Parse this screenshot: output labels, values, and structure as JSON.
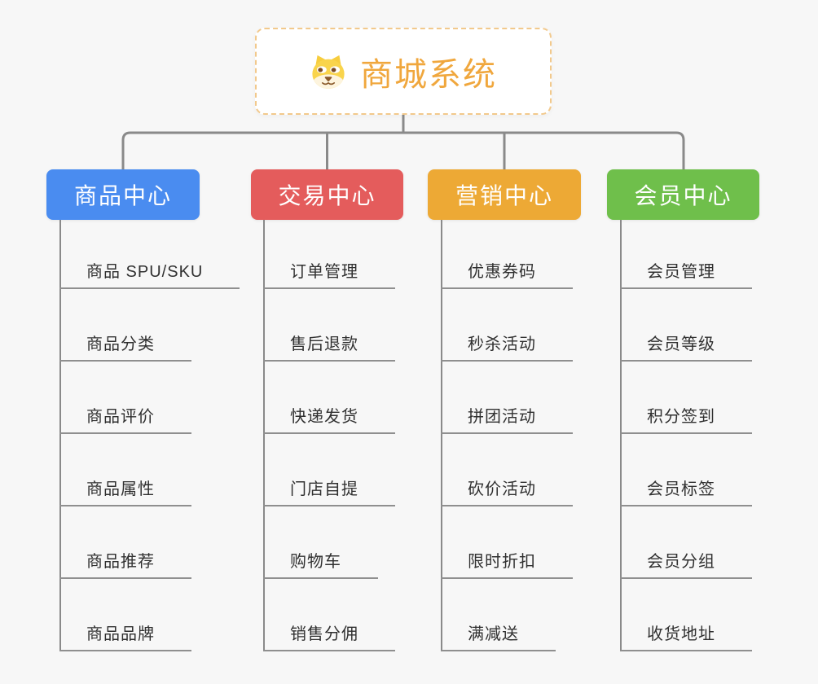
{
  "canvas": {
    "background_color": "#F7F7F7",
    "connector_color": "#8A8A8A"
  },
  "root": {
    "title": "商城系统",
    "icon": "dog-face-icon",
    "text_color": "#F0A73D",
    "border_color": "#F2C98C"
  },
  "branches": [
    {
      "id": "product-center",
      "label": "商品中心",
      "color": "#4A8CF0",
      "children": [
        "商品 SPU/SKU",
        "商品分类",
        "商品评价",
        "商品属性",
        "商品推荐",
        "商品品牌"
      ]
    },
    {
      "id": "trade-center",
      "label": "交易中心",
      "color": "#E45C5C",
      "children": [
        "订单管理",
        "售后退款",
        "快递发货",
        "门店自提",
        "购物车",
        "销售分佣"
      ]
    },
    {
      "id": "marketing-center",
      "label": "营销中心",
      "color": "#EDA935",
      "children": [
        "优惠券码",
        "秒杀活动",
        "拼团活动",
        "砍价活动",
        "限时折扣",
        "满减送"
      ]
    },
    {
      "id": "member-center",
      "label": "会员中心",
      "color": "#6FBF4B",
      "children": [
        "会员管理",
        "会员等级",
        "积分签到",
        "会员标签",
        "会员分组",
        "收货地址"
      ]
    }
  ]
}
